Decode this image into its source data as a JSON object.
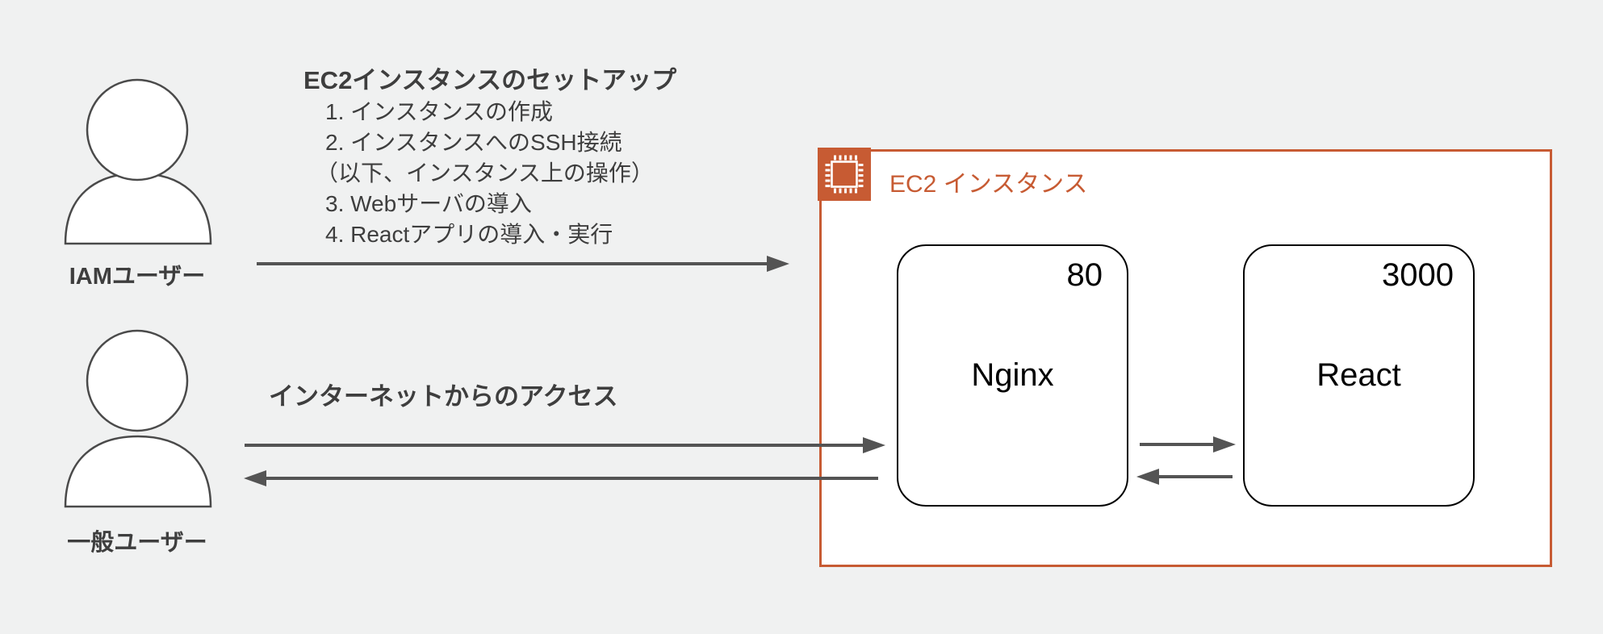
{
  "colors": {
    "background": "#f0f1f1",
    "accent_orange": "#c75b33",
    "arrow_gray": "#545454",
    "text_gray": "#3e3e3e",
    "box_border": "#000000",
    "box_fill": "#ffffff"
  },
  "setup": {
    "title": "EC2インスタンスのセットアップ",
    "steps": [
      "1. インスタンスの作成",
      "2. インスタンスへのSSH接続",
      "（以下、インスタンス上の操作）",
      "3. Webサーバの導入",
      "4. Reactアプリの導入・実行"
    ]
  },
  "actors": {
    "iam_user": {
      "label": "IAMユーザー"
    },
    "general_user": {
      "label": "一般ユーザー"
    }
  },
  "internet_access_label": "インターネットからのアクセス",
  "ec2": {
    "label": "EC2 インスタンス",
    "icon": "ec2-chip-icon",
    "nginx": {
      "name": "Nginx",
      "port": "80"
    },
    "react": {
      "name": "React",
      "port": "3000"
    }
  }
}
